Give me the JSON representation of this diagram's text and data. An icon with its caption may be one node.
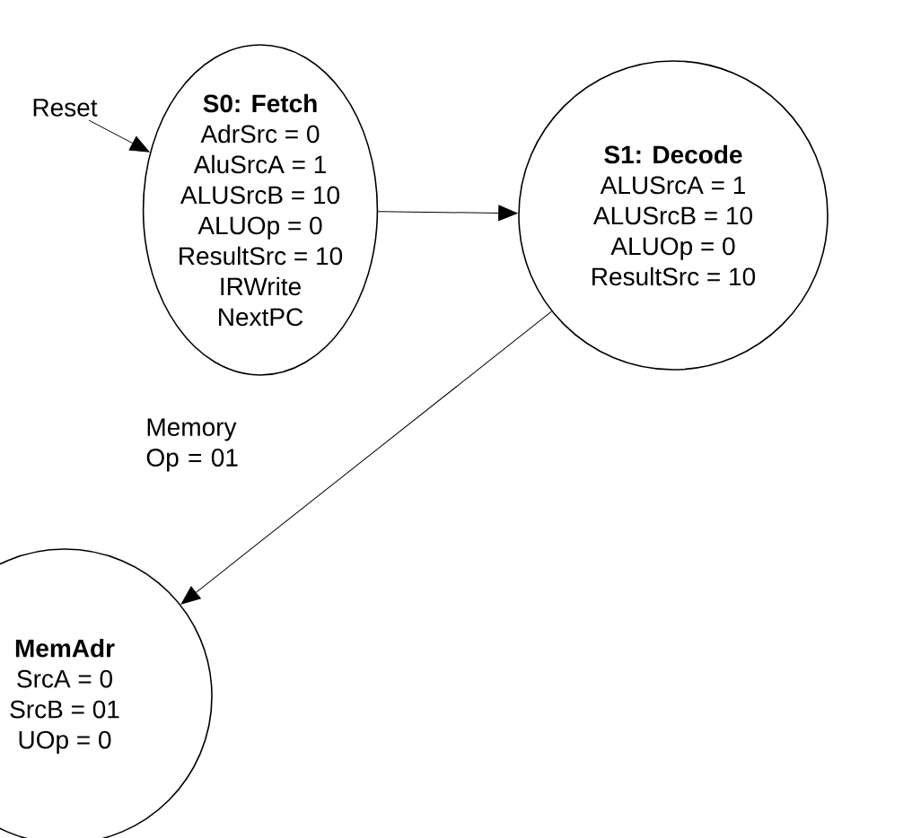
{
  "diagram": {
    "nodes": [
      {
        "text": [
          "S0: Fetch",
          "AdrSrc = 0",
          "AluSrcA = 1",
          "ALUSrcB = 10",
          "ALUOp = 0",
          "ResultSrc = 10",
          "IRWrite",
          "NextPC"
        ]
      },
      {
        "text": [
          "S1: Decode",
          "ALUSrcA = 1",
          "ALUSrcB = 10",
          "ALUOp = 0",
          "ResultSrc = 10"
        ]
      },
      {
        "text": [
          "MemAdr",
          "SrcA = 0",
          "SrcB = 01",
          "UOp = 0"
        ]
      },
      {
        "text": [
          "Reset"
        ]
      }
    ],
    "edges": [
      {
        "from": 3,
        "to": 0,
        "arrow": "to"
      },
      {
        "from": 0,
        "to": 1,
        "arrow": "to"
      },
      {
        "from": 1,
        "to": 2,
        "arrow": "to",
        "label": "Memory Op = 01"
      }
    ]
  }
}
